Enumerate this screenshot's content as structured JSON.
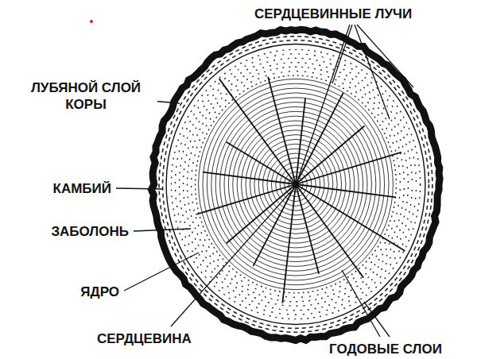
{
  "diagram": {
    "labels": [
      "СЕРДЦЕВИННЫЕ ЛУЧИ",
      "ЛУБЯНОЙ СЛОЙ КОРЫ",
      "КАМБИЙ",
      "ЗАБОЛОНЬ",
      "ЯДРО",
      "СЕРДЦЕВИНА",
      "ГОДОВЫЕ СЛОИ"
    ]
  }
}
